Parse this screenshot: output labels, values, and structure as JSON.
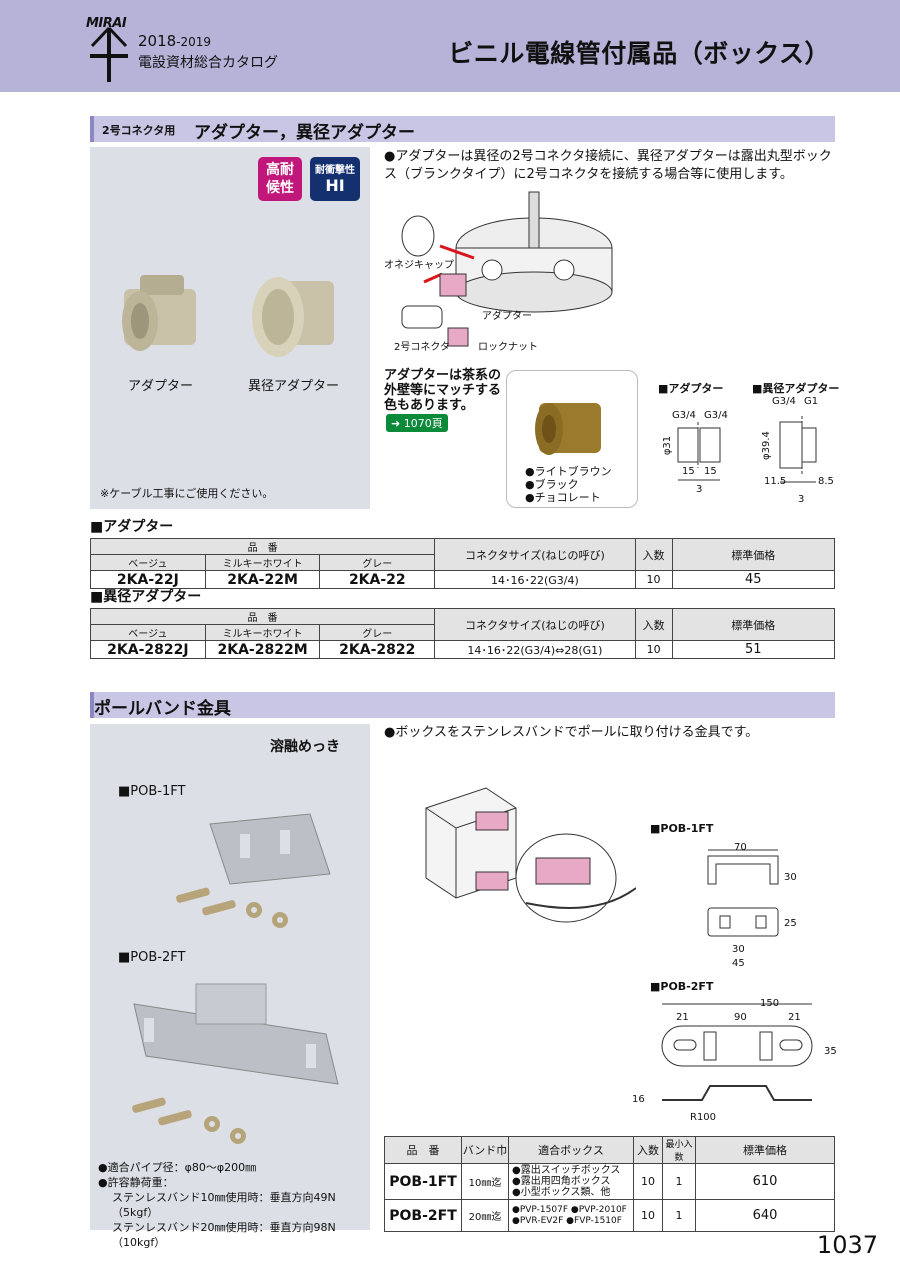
{
  "header": {
    "brand": "MIRAI",
    "year_main": "2018",
    "year_sub": "-2019",
    "catalog": "電設資材総合カタログ",
    "page_title": "ビニル電線管付属品（ボックス）"
  },
  "section1": {
    "title_small": "2号コネクタ用",
    "title": "アダプター，異径アダプター",
    "badge_weather": "高耐\n候性",
    "badge_impact_top": "耐衝撃性",
    "badge_impact_main": "HI",
    "product_label_1": "アダプター",
    "product_label_2": "異径アダプター",
    "note": "※ケーブル工事にご使用ください。",
    "description": "●アダプターは異径の2号コネクタ接続に、異径アダプターは露出丸型ボックス（ブランクタイプ）に2号コネクタを接続する場合等に使用します。",
    "diagram_labels": {
      "cap": "オネジキャップ",
      "adapter": "アダプター",
      "connector": "2号コネクタ",
      "locknut": "ロックナット"
    },
    "brown_note": "アダプターは茶系の外壁等にマッチする色もあります。",
    "page_ref": "1070頁",
    "colors": [
      "●ライトブラウン",
      "●ブラック",
      "●チョコレート"
    ],
    "dim_adapter": {
      "heading": "■アダプター",
      "g_left": "G3/4",
      "g_right": "G3/4",
      "diameter": "φ31",
      "w_left": "15",
      "w_right": "15",
      "gap": "3"
    },
    "dim_reducer": {
      "heading": "■異径アダプター",
      "g_left": "G3/4",
      "g_right": "G1",
      "diameter": "φ39.4",
      "w_left": "11.5",
      "w_right": "8.5",
      "gap": "3"
    }
  },
  "table_adapter": {
    "heading": "■アダプター",
    "col_part": "品　番",
    "col_beige": "ベージュ",
    "col_milky": "ミルキーホワイト",
    "col_gray": "グレー",
    "col_size": "コネクタサイズ(ねじの呼び)",
    "col_qty": "入数",
    "col_price": "標準価格",
    "row": {
      "beige": "2KA-22J",
      "milky": "2KA-22M",
      "gray": "2KA-22",
      "size": "14･16･22(G3/4)",
      "qty": "10",
      "price": "45"
    }
  },
  "table_reducer": {
    "heading": "■異径アダプター",
    "col_part": "品　番",
    "col_beige": "ベージュ",
    "col_milky": "ミルキーホワイト",
    "col_gray": "グレー",
    "col_size": "コネクタサイズ(ねじの呼び)",
    "col_qty": "入数",
    "col_price": "標準価格",
    "row": {
      "beige": "2KA-2822J",
      "milky": "2KA-2822M",
      "gray": "2KA-2822",
      "size": "14･16･22(G3/4)⇔28(G1)",
      "qty": "10",
      "price": "51"
    }
  },
  "section2": {
    "title": "ポールバンド金具",
    "plating": "溶融めっき",
    "model1": "■POB-1FT",
    "model2": "■POB-2FT",
    "description": "●ボックスをステンレスバンドでポールに取り付ける金具です。",
    "spec_pipe": "●適合パイプ径：φ80～φ200㎜",
    "spec_load": "●許容静荷重：",
    "spec_10": "ステンレスバンド10㎜使用時：垂直方向49N（5kgf）",
    "spec_20": "ステンレスバンド20㎜使用時：垂直方向98N（10kgf）",
    "dim1": {
      "heading": "■POB-1FT",
      "w": "70",
      "h": "30",
      "h2": "25",
      "inner": "30",
      "outer": "45"
    },
    "dim2": {
      "heading": "■POB-2FT",
      "total": "150",
      "left": "21",
      "mid": "90",
      "right": "21",
      "h": "35",
      "side": "16",
      "radius": "R100"
    }
  },
  "table_band": {
    "col_part": "品　番",
    "col_band": "バンド巾",
    "col_box": "適合ボックス",
    "col_qty": "入数",
    "col_min": "最小入数",
    "col_price": "標準価格",
    "rows": [
      {
        "part": "POB-1FT",
        "band": "10㎜迄",
        "box": [
          "●露出スイッチボックス",
          "●露出用四角ボックス",
          "●小型ボックス類、他"
        ],
        "qty": "10",
        "min": "1",
        "price": "610"
      },
      {
        "part": "POB-2FT",
        "band": "20㎜迄",
        "box": [
          "●PVP-1507F ●PVP-2010F",
          "●PVR-EV2F ●FVP-1510F"
        ],
        "qty": "10",
        "min": "1",
        "price": "640"
      }
    ]
  },
  "page_number": "1037",
  "colors": {
    "header_bg": "#b7b2d8",
    "section_bg": "#c9c5e4",
    "panel_bg": "#dce0e6",
    "badge_pink": "#c2177a",
    "badge_navy": "#14306f",
    "accent_red": "#d9151b",
    "pink_part": "#e7a9c5"
  }
}
